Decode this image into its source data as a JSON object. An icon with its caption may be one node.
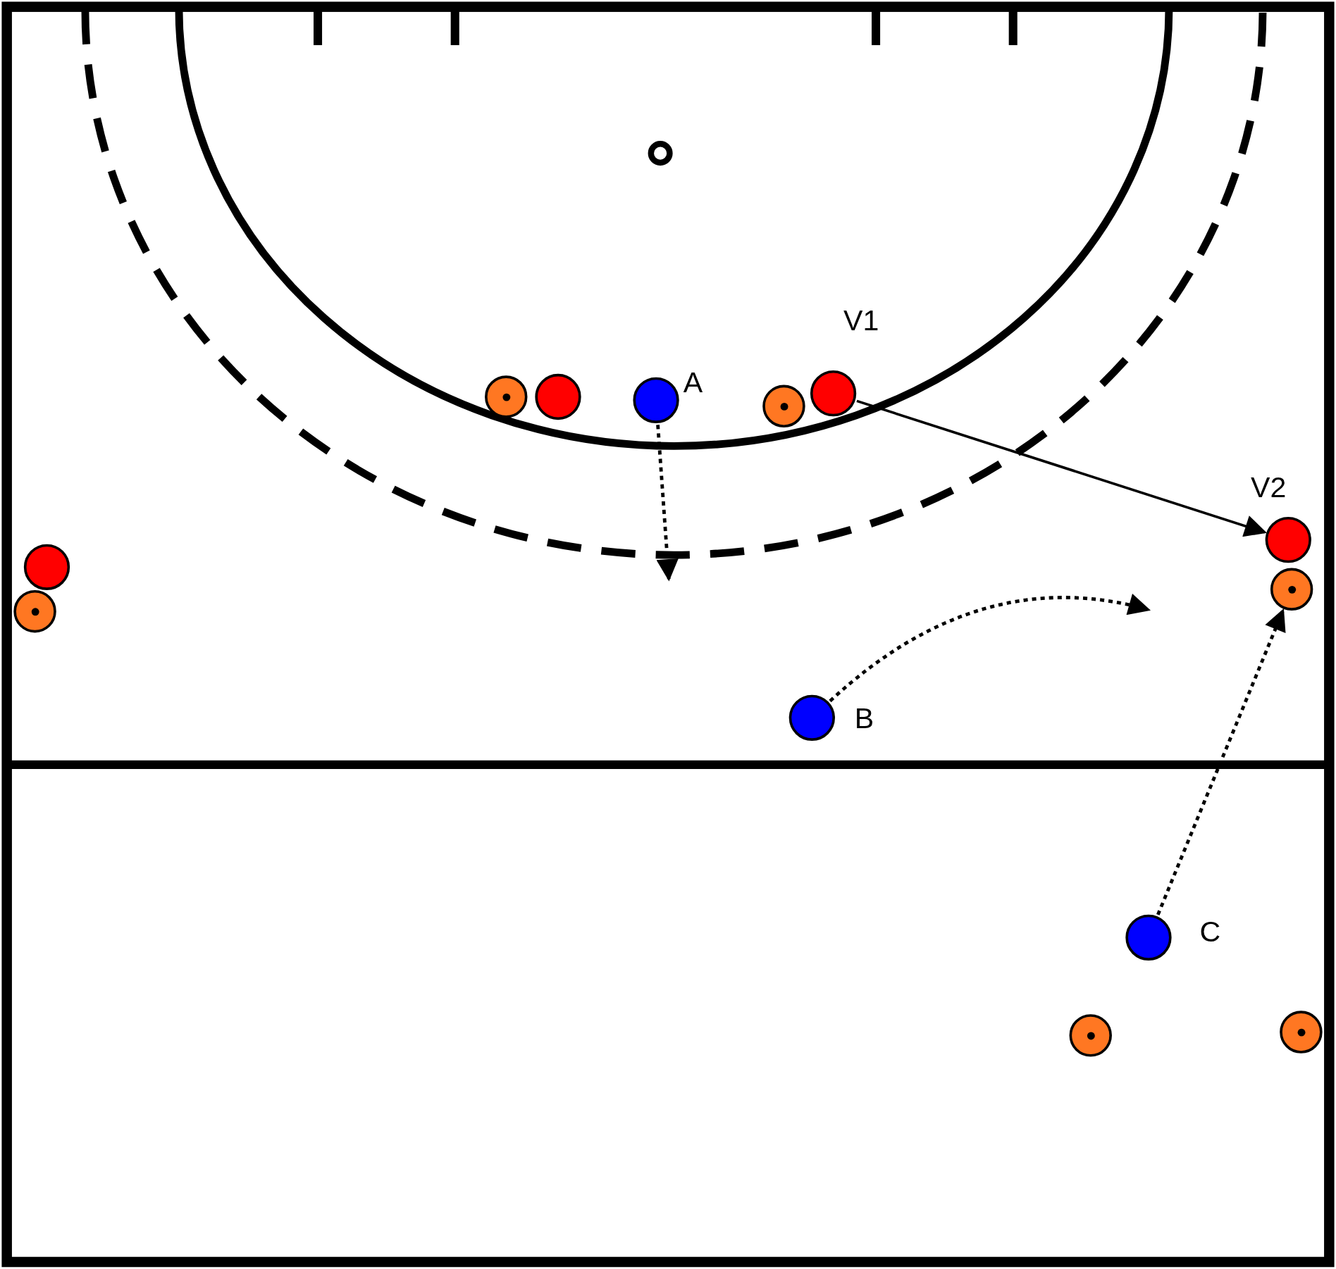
{
  "diagram": {
    "nodes": [
      {
        "text": [],
        "shape": "circle"
      },
      {
        "text": [],
        "shape": "circle"
      },
      {
        "text": [
          "A"
        ]
      },
      {
        "text": [],
        "shape": "circle"
      },
      {
        "text": [
          "V1"
        ]
      },
      {
        "text": [
          "V2"
        ]
      },
      {
        "text": [],
        "shape": "circle"
      },
      {
        "text": [],
        "shape": "circle"
      },
      {
        "text": [],
        "shape": "circle"
      },
      {
        "text": [
          "B"
        ]
      },
      {
        "text": [
          "C"
        ]
      },
      {
        "text": [],
        "shape": "circle"
      },
      {
        "text": [],
        "shape": "circle"
      }
    ],
    "edges": [
      {
        "from": 2,
        "to": null,
        "arrow": "to",
        "style": "dashed"
      },
      {
        "from": 4,
        "to": 5,
        "arrow": "to"
      },
      {
        "from": 9,
        "to": null,
        "arrow": "to",
        "style": "dashed"
      },
      {
        "from": 10,
        "to": 7,
        "arrow": "to",
        "style": "dashed"
      }
    ]
  }
}
